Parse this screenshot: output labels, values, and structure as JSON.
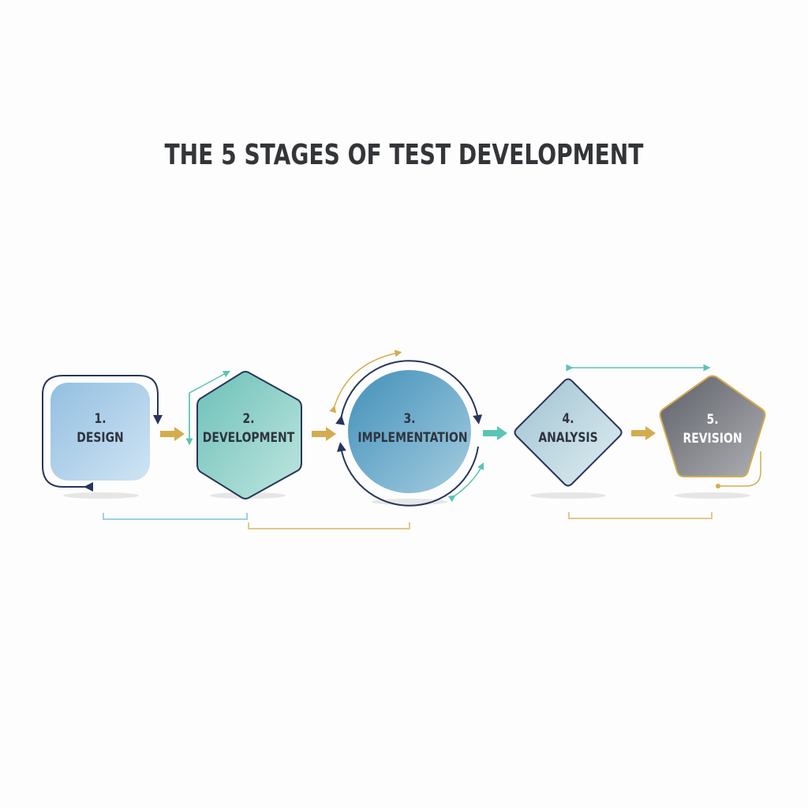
{
  "title": "THE 5 STAGES OF TEST DEVELOPMENT",
  "stages": [
    {
      "number": "1.",
      "name": "DESIGN",
      "shape": "rounded-square",
      "color": "#a9cde6"
    },
    {
      "number": "2.",
      "name": "DEVELOPMENT",
      "shape": "hexagon",
      "color": "#8fd0c9"
    },
    {
      "number": "3.",
      "name": "IMPLEMENTATION",
      "shape": "circle",
      "color": "#5fa3c5"
    },
    {
      "number": "4.",
      "name": "ANALYSIS",
      "shape": "diamond",
      "color": "#bcd4de"
    },
    {
      "number": "5.",
      "name": "REVISION",
      "shape": "pentagon",
      "color": "#75777c"
    }
  ],
  "colors": {
    "navy": "#27365a",
    "gold": "#d4ac4e",
    "teal": "#5cc4b4",
    "light_blue": "#9fd0e2"
  }
}
